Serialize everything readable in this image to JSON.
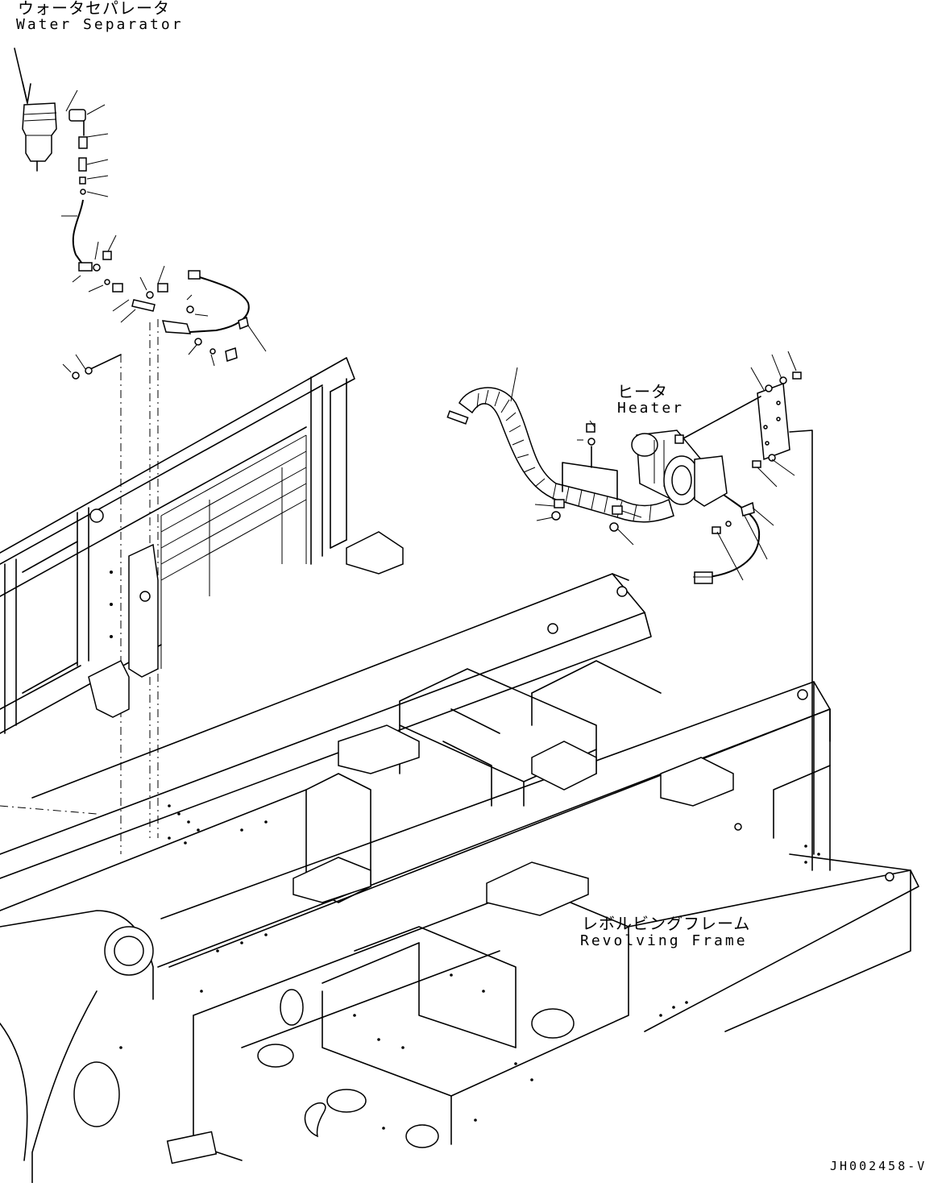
{
  "labels": {
    "water_separator_jp": "ウォータセパレータ",
    "water_separator_en": "Water Separator",
    "heater_jp": "ヒータ",
    "heater_en": "Heater",
    "revolving_frame_jp": "レボルビングフレーム",
    "revolving_frame_en": "Revolving Frame",
    "drawing_code": "JH002458-V"
  }
}
